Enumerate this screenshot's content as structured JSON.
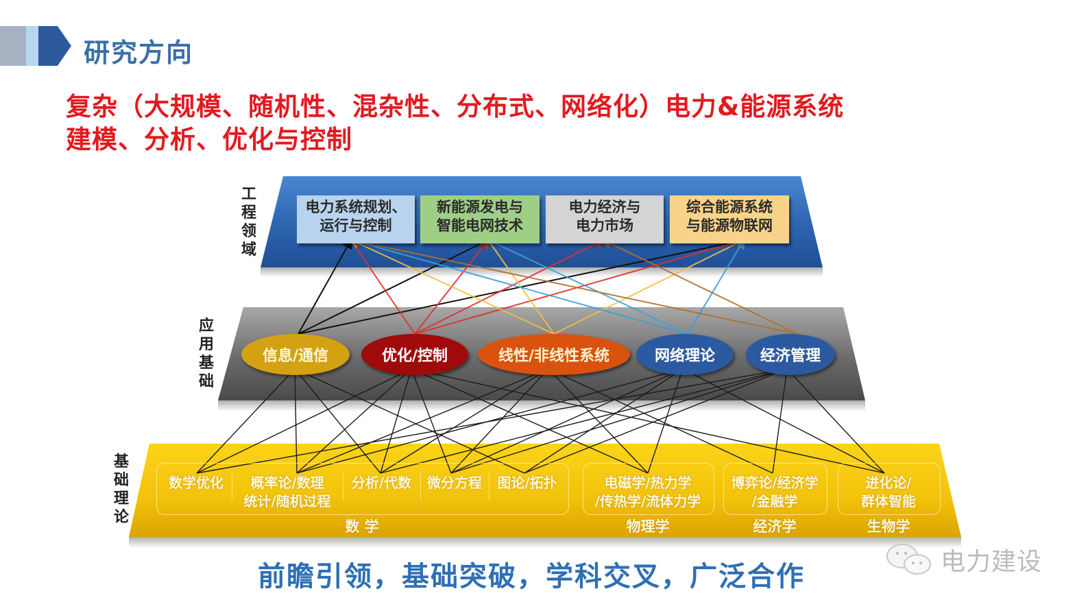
{
  "header": {
    "title": "研究方向",
    "colors": {
      "bar1": "#a7b2c3",
      "bar2": "#b9d6ee",
      "arrow": "#2d5a9c",
      "title": "#3a6fa8"
    }
  },
  "subtitle": {
    "line1": "复杂（大规模、随机性、混杂性、分布式、网络化）电力&能源系统",
    "line2": "建模、分析、优化与控制",
    "color": "#e3191f"
  },
  "layers": {
    "engineering": {
      "label_chars": [
        "工",
        "程",
        "领",
        "域"
      ],
      "label": "工程领域",
      "panel_color": "#2f67b2",
      "items": [
        {
          "line1": "电力系统规划、",
          "line2": "运行与控制",
          "bg": "#b7d3ee"
        },
        {
          "line1": "新能源发电与",
          "line2": "智能电网技术",
          "bg": "#9fcf86"
        },
        {
          "line1": "电力经济与",
          "line2": "电力市场",
          "bg": "#d4d4d4"
        },
        {
          "line1": "综合能源系统",
          "line2": "与能源物联网",
          "bg": "#f8d48a"
        }
      ]
    },
    "application": {
      "label_chars": [
        "应",
        "用",
        "基",
        "础"
      ],
      "label": "应用基础",
      "panel_color": "#6b6b6b",
      "items": [
        {
          "text": "信息/通信",
          "bg": "#d3a112",
          "line_color": "#111111"
        },
        {
          "text": "优化/控制",
          "bg": "#a10a0a",
          "line_color": "#e03030"
        },
        {
          "text": "线性/非线性系统",
          "bg": "#d9530f",
          "line_color": "#f0c040"
        },
        {
          "text": "网络理论",
          "bg": "#2c5aa0",
          "line_color": "#3aa0dc"
        },
        {
          "text": "经济管理",
          "bg": "#2c5aa0",
          "line_color": "#b07030"
        }
      ]
    },
    "foundation": {
      "label_chars": [
        "基",
        "础",
        "理",
        "论"
      ],
      "label": "基础理论",
      "panel_color": "#f2c20a",
      "groups": [
        {
          "category": "数 学",
          "items": [
            {
              "line1": "数学优化",
              "line2": ""
            },
            {
              "line1": "概率论/数理",
              "line2": "统计/随机过程"
            },
            {
              "line1": "分析/代数",
              "line2": ""
            },
            {
              "line1": "微分方程",
              "line2": ""
            },
            {
              "line1": "图论/拓扑",
              "line2": ""
            }
          ]
        },
        {
          "category": "物理学",
          "items": [
            {
              "line1": "电磁学/热力学",
              "line2": "/传热学/流体力学"
            }
          ]
        },
        {
          "category": "经济学",
          "items": [
            {
              "line1": "博弈论/经济学",
              "line2": "/金融学"
            }
          ]
        },
        {
          "category": "生物学",
          "items": [
            {
              "line1": "进化论/",
              "line2": "群体智能"
            }
          ]
        }
      ]
    }
  },
  "connections": {
    "application_to_engineering": [
      {
        "from": "信息/通信",
        "to": [
          "电力系统规划、运行与控制",
          "新能源发电与智能电网技术",
          "综合能源系统与能源物联网"
        ]
      },
      {
        "from": "优化/控制",
        "to": [
          "电力系统规划、运行与控制",
          "新能源发电与智能电网技术",
          "电力经济与电力市场",
          "综合能源系统与能源物联网"
        ]
      },
      {
        "from": "线性/非线性系统",
        "to": [
          "电力系统规划、运行与控制",
          "新能源发电与智能电网技术",
          "综合能源系统与能源物联网"
        ]
      },
      {
        "from": "网络理论",
        "to": [
          "电力系统规划、运行与控制",
          "新能源发电与智能电网技术",
          "综合能源系统与能源物联网"
        ]
      },
      {
        "from": "经济管理",
        "to": [
          "电力系统规划、运行与控制",
          "电力经济与电力市场"
        ]
      }
    ],
    "foundation_to_application_color": "#1a1a1a"
  },
  "motto": {
    "text": "前瞻引领，基础突破，学科交叉，广泛合作",
    "color": "#2e6fb6"
  },
  "watermark": {
    "icon": "wechat-icon",
    "text": "电力建设"
  }
}
